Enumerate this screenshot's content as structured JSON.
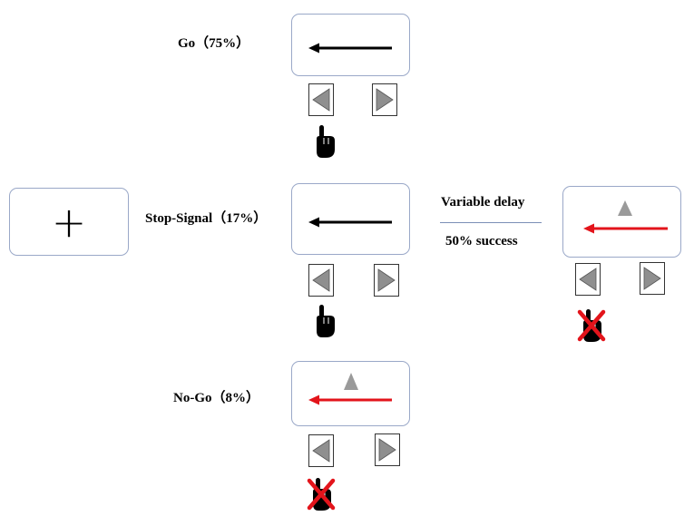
{
  "fixation": {
    "symbol": "+"
  },
  "conditions": {
    "go": {
      "label": "Go（75%）",
      "arrow_color": "#000000",
      "stop_signal": false,
      "response": "press"
    },
    "stop_signal": {
      "label": "Stop-Signal（17%）",
      "arrow_color": "#000000",
      "stop_signal": false,
      "response": "press"
    },
    "stop_signal_after_delay": {
      "arrow_color": "#e3141b",
      "stop_signal": true,
      "response": "withheld"
    },
    "no_go": {
      "label": "No-Go（8%）",
      "arrow_color": "#e3141b",
      "stop_signal": true,
      "response": "withheld"
    }
  },
  "delay": {
    "top_text": "Variable delay",
    "bottom_text": "50% success"
  },
  "keys": {
    "left": "left-triangle-icon",
    "right": "right-triangle-icon"
  },
  "colors": {
    "screen_border": "#9aa8c8",
    "go_arrow": "#000000",
    "stop_arrow": "#e3141b",
    "stop_signal": "#9a9a9a",
    "key_triangle": "#8f8f8f",
    "cross": "#e3141b"
  }
}
